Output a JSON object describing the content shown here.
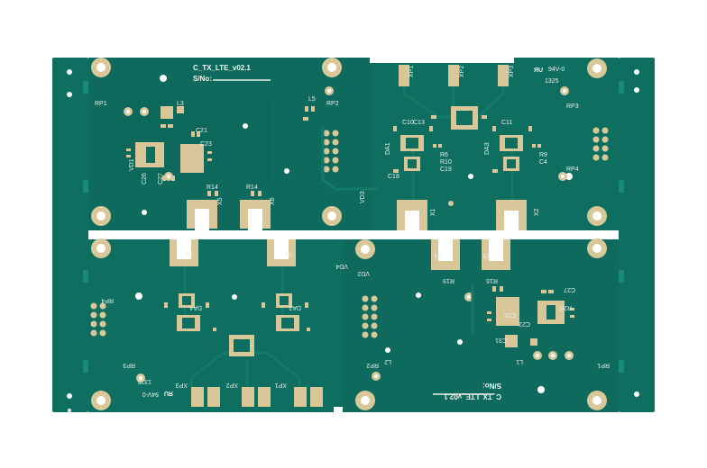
{
  "board": {
    "top_title": "C_TX_LTE_v02.1",
    "top_sn": "S/No:",
    "bottom_title": "C_TX_LTE_v02.1",
    "bottom_sn": "S/No:",
    "ul_mark": "94V-0",
    "date_code": "1325",
    "colors": {
      "background": "#ffffff",
      "soldermask": "#0e6f60",
      "soldermask_dark": "#0a5c50",
      "gold": "#d9c79a",
      "trace": "#137a68",
      "silkscreen": "#e9efe9"
    }
  },
  "top_labels": {
    "rp1": "RP1",
    "rp2": "RP2",
    "rp3": "RP3",
    "rp4": "RP4",
    "xp1": "XP1",
    "xp2": "XP2",
    "xp3": "XP3",
    "x1": "X1",
    "x2": "X2",
    "x5": "X5",
    "x6": "X6",
    "r14a": "R14",
    "r14b": "R14",
    "c21": "C21",
    "c23": "C23",
    "c26": "C26",
    "c27": "C27",
    "c10": "C10",
    "c13": "C13",
    "c11": "C11",
    "c18": "C18",
    "c19": "C19",
    "da1": "DA1",
    "da3": "DA3",
    "r6": "R6",
    "r9": "R9",
    "r10": "R10",
    "c4": "C4",
    "vd1": "VD1",
    "vd3": "VD3",
    "l3": "L3",
    "l5": "L5"
  },
  "bottom_labels": {
    "rp1": "RP1",
    "rp2": "RP2",
    "rp3": "RP3",
    "rp4": "RP4",
    "xp1": "XP1",
    "xp2": "XP2",
    "xp3": "XP3",
    "x1": "X1",
    "x2": "X2",
    "x3": "X3",
    "x4": "X4",
    "r16": "R16",
    "r19": "R19",
    "c22": "C22",
    "c25": "C25",
    "c27": "C27",
    "c31": "C31",
    "r20": "R20",
    "l1": "L1",
    "l2": "L2",
    "vd2": "VD2",
    "vd4": "VD4",
    "da2": "DA2",
    "da4": "DA4"
  }
}
